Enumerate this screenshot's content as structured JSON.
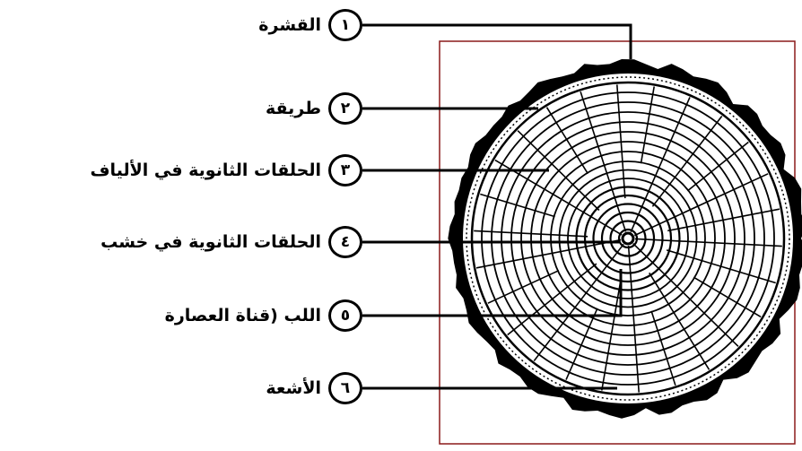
{
  "labels": [
    {
      "number": "١",
      "text": "القشرة"
    },
    {
      "number": "٢",
      "text": "طريقة"
    },
    {
      "number": "٣",
      "text": "الحلقات الثانوية في الألياف"
    },
    {
      "number": "٤",
      "text": "الحلقات الثانوية في خشب"
    },
    {
      "number": "٥",
      "text": "اللب (قناة العصارة"
    },
    {
      "number": "٦",
      "text": "الأشعة"
    }
  ],
  "colors": {
    "frame": "#8b1a1a",
    "ink": "#000000",
    "background": "#ffffff"
  }
}
